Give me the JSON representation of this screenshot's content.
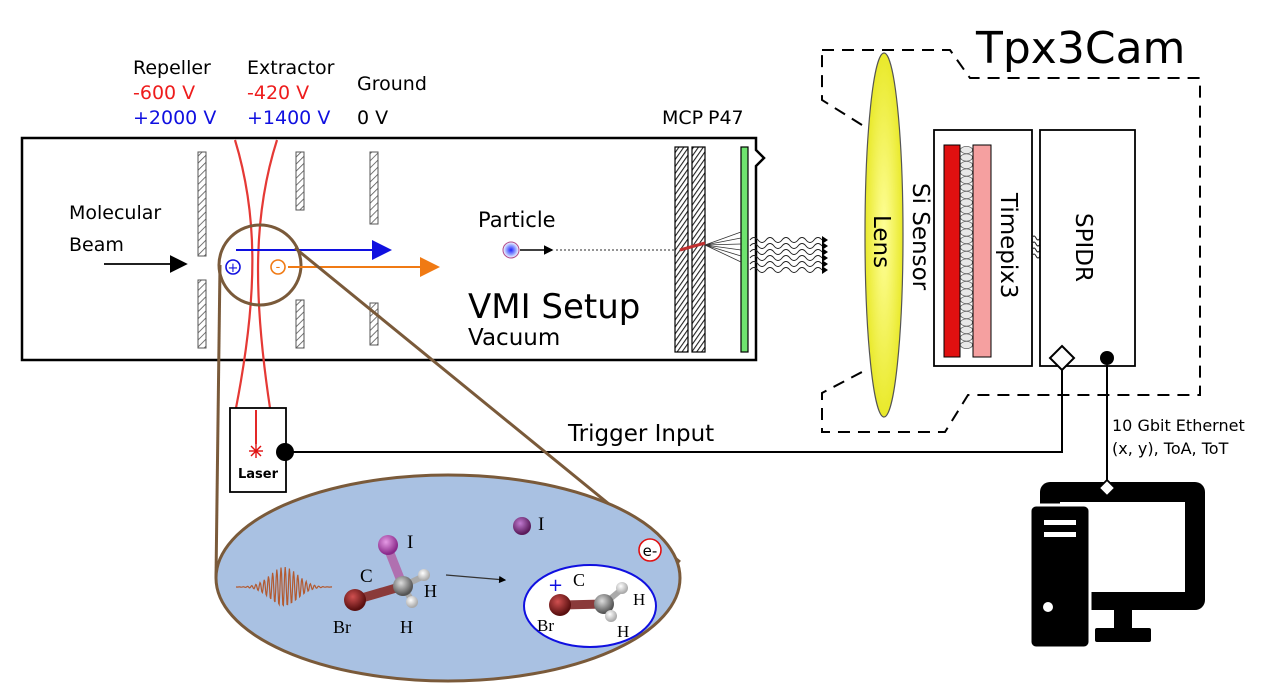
{
  "electrodes": {
    "repeller": {
      "name": "Repeller",
      "neg": "-600 V",
      "pos": "+2000 V"
    },
    "extractor": {
      "name": "Extractor",
      "neg": "-420 V",
      "pos": "+1400 V"
    },
    "ground": {
      "name": "Ground",
      "value": "0 V"
    }
  },
  "labels": {
    "molecular": "Molecular",
    "beam": "Beam",
    "particle": "Particle",
    "vmi_setup": "VMI Setup",
    "vacuum": "Vacuum",
    "mcp": "MCP",
    "p47": "P47",
    "lens": "Lens",
    "si_sensor": "Si Sensor",
    "timepix": "Timepix3",
    "spidr": "SPIDR",
    "camera": "Tpx3Cam",
    "laser": "Laser",
    "trigger": "Trigger Input",
    "ethernet_1": "10 Gbit Ethernet",
    "ethernet_2": "(x, y), ToA, ToT",
    "plus_sign": "+",
    "minus_sign": "-"
  },
  "molecule": {
    "iodine": "I",
    "carbon": "C",
    "hydrogen": "H",
    "bromine": "Br",
    "ion_plus": "+",
    "electron": "e-"
  },
  "colors": {
    "negative_voltage": "#ee1c1c",
    "positive_voltage": "#1010e0",
    "laser_beam": "#e53935",
    "zoom_outline": "#7a5a3a",
    "zoom_fill": "#a9c1e2",
    "lens_fill": "#f3f34a",
    "si_sensor": "#e01010",
    "timepix": "#f5a0a0",
    "phosphor": "#6ee46e",
    "cation_arrow": "#1010e0",
    "electron_arrow": "#f07a14"
  }
}
